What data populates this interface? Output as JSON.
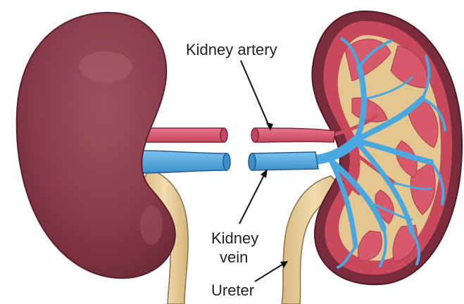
{
  "labels": {
    "artery": "Kidney artery",
    "vein_line1": "Kidney",
    "vein_line2": "vein",
    "ureter": "Ureter"
  },
  "colors": {
    "kidney_outer": "#8a3a4a",
    "artery": "#d9526a",
    "vein": "#4aa8e0",
    "ureter": "#e2c48e",
    "cortex": "#c94a5e",
    "pyramid": "#d8606e"
  }
}
